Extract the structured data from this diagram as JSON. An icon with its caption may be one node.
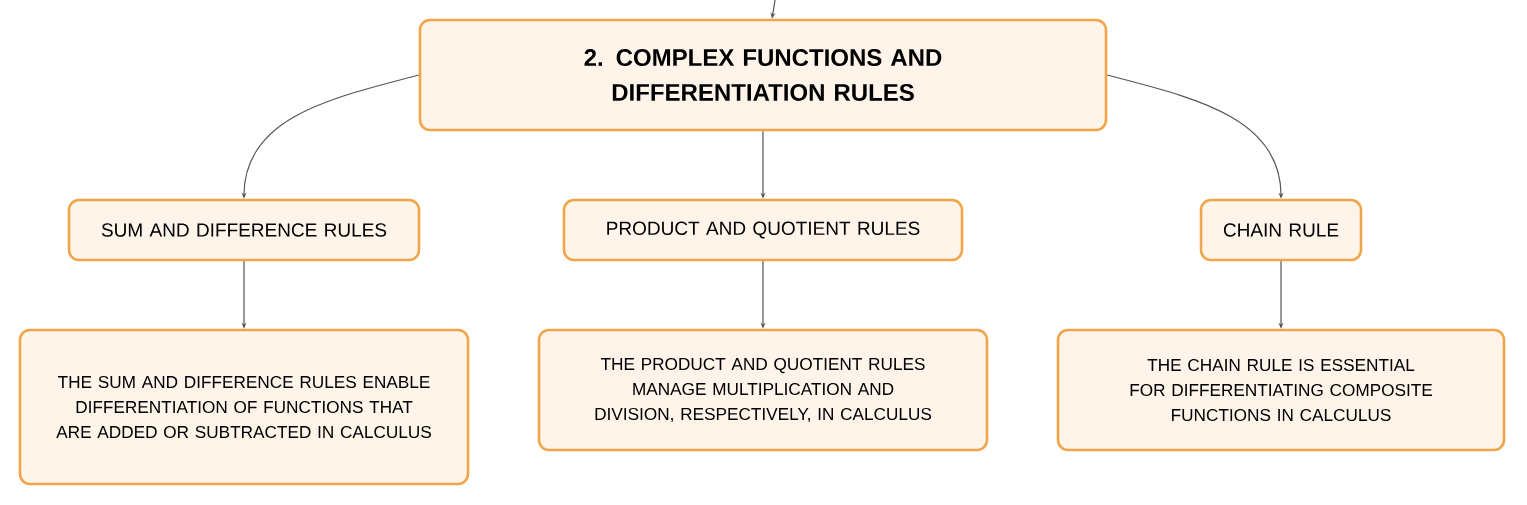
{
  "diagram": {
    "nodes": [
      {
        "text": [
          "2. COMPLEX FUNCTIONS AND DIFFERENTIATION RULES"
        ]
      },
      {
        "text": [
          "SUM AND DIFFERENCE RULES"
        ]
      },
      {
        "text": [
          "PRODUCT AND QUOTIENT RULES"
        ]
      },
      {
        "text": [
          "CHAIN RULE"
        ]
      },
      {
        "text": [
          "THE SUM AND DIFFERENCE RULES ENABLE DIFFERENTIATION OF FUNCTIONS THAT ARE ADDED OR SUBTRACTED IN CALCULUS"
        ]
      },
      {
        "text": [
          "THE PRODUCT AND QUOTIENT RULES MANAGE MULTIPLICATION AND DIVISION, RESPECTIVELY, IN CALCULUS"
        ]
      },
      {
        "text": [
          "THE CHAIN RULE IS ESSENTIAL FOR DIFFERENTIATING COMPOSITE FUNCTIONS IN CALCULUS"
        ]
      }
    ],
    "edges": [
      {
        "from": null,
        "to": 0,
        "arrow": "to"
      },
      {
        "from": 0,
        "to": 1,
        "arrow": "to"
      },
      {
        "from": 0,
        "to": 2,
        "arrow": "to"
      },
      {
        "from": 0,
        "to": 3,
        "arrow": "to"
      },
      {
        "from": 1,
        "to": 4,
        "arrow": "to"
      },
      {
        "from": 2,
        "to": 5,
        "arrow": "to"
      },
      {
        "from": 3,
        "to": 6,
        "arrow": "to"
      }
    ]
  }
}
